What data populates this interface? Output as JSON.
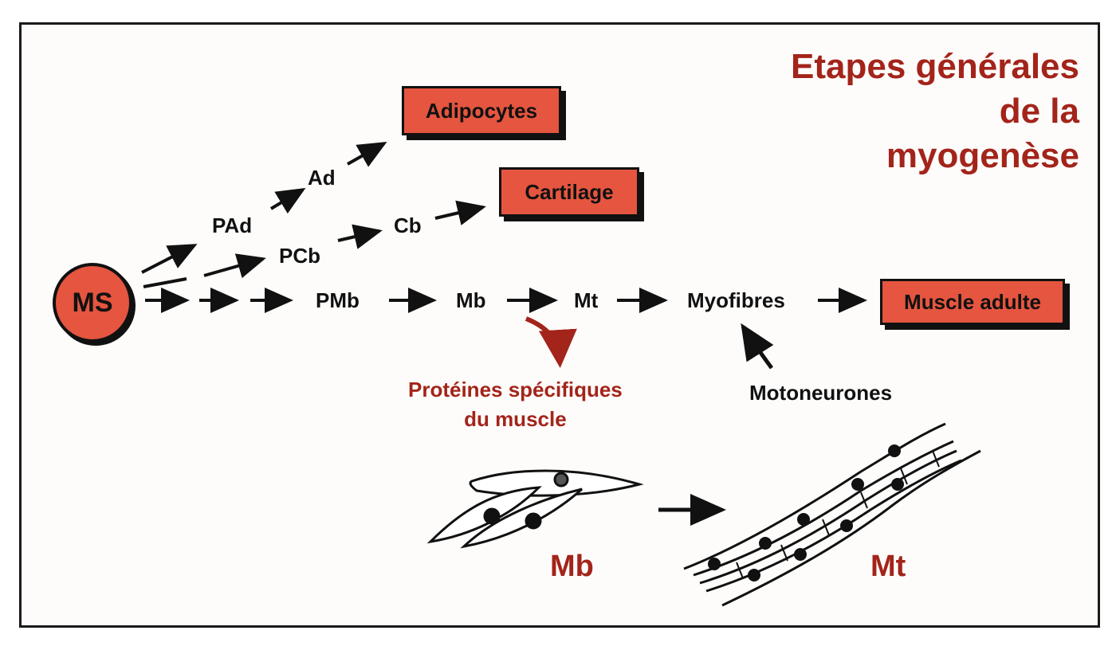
{
  "title": {
    "line1": "Etapes générales",
    "line2": "de la",
    "line3": "myogenèse"
  },
  "nodes": {
    "ms": "MS",
    "pad": "PAd",
    "ad": "Ad",
    "adipocytes": "Adipocytes",
    "pcb": "PCb",
    "cb": "Cb",
    "cartilage": "Cartilage",
    "pmb": "PMb",
    "mb": "Mb",
    "mt": "Mt",
    "myofibres": "Myofibres",
    "muscle_adulte": "Muscle adulte"
  },
  "annotations": {
    "proteines_line1": "Protéines spécifiques",
    "proteines_line2": "du muscle",
    "motoneurones": "Motoneurones"
  },
  "illustration": {
    "mb_label": "Mb",
    "mt_label": "Mt"
  },
  "colors": {
    "box_fill": "#e5553f",
    "accent_red": "#a3241a",
    "ink": "#111111"
  }
}
